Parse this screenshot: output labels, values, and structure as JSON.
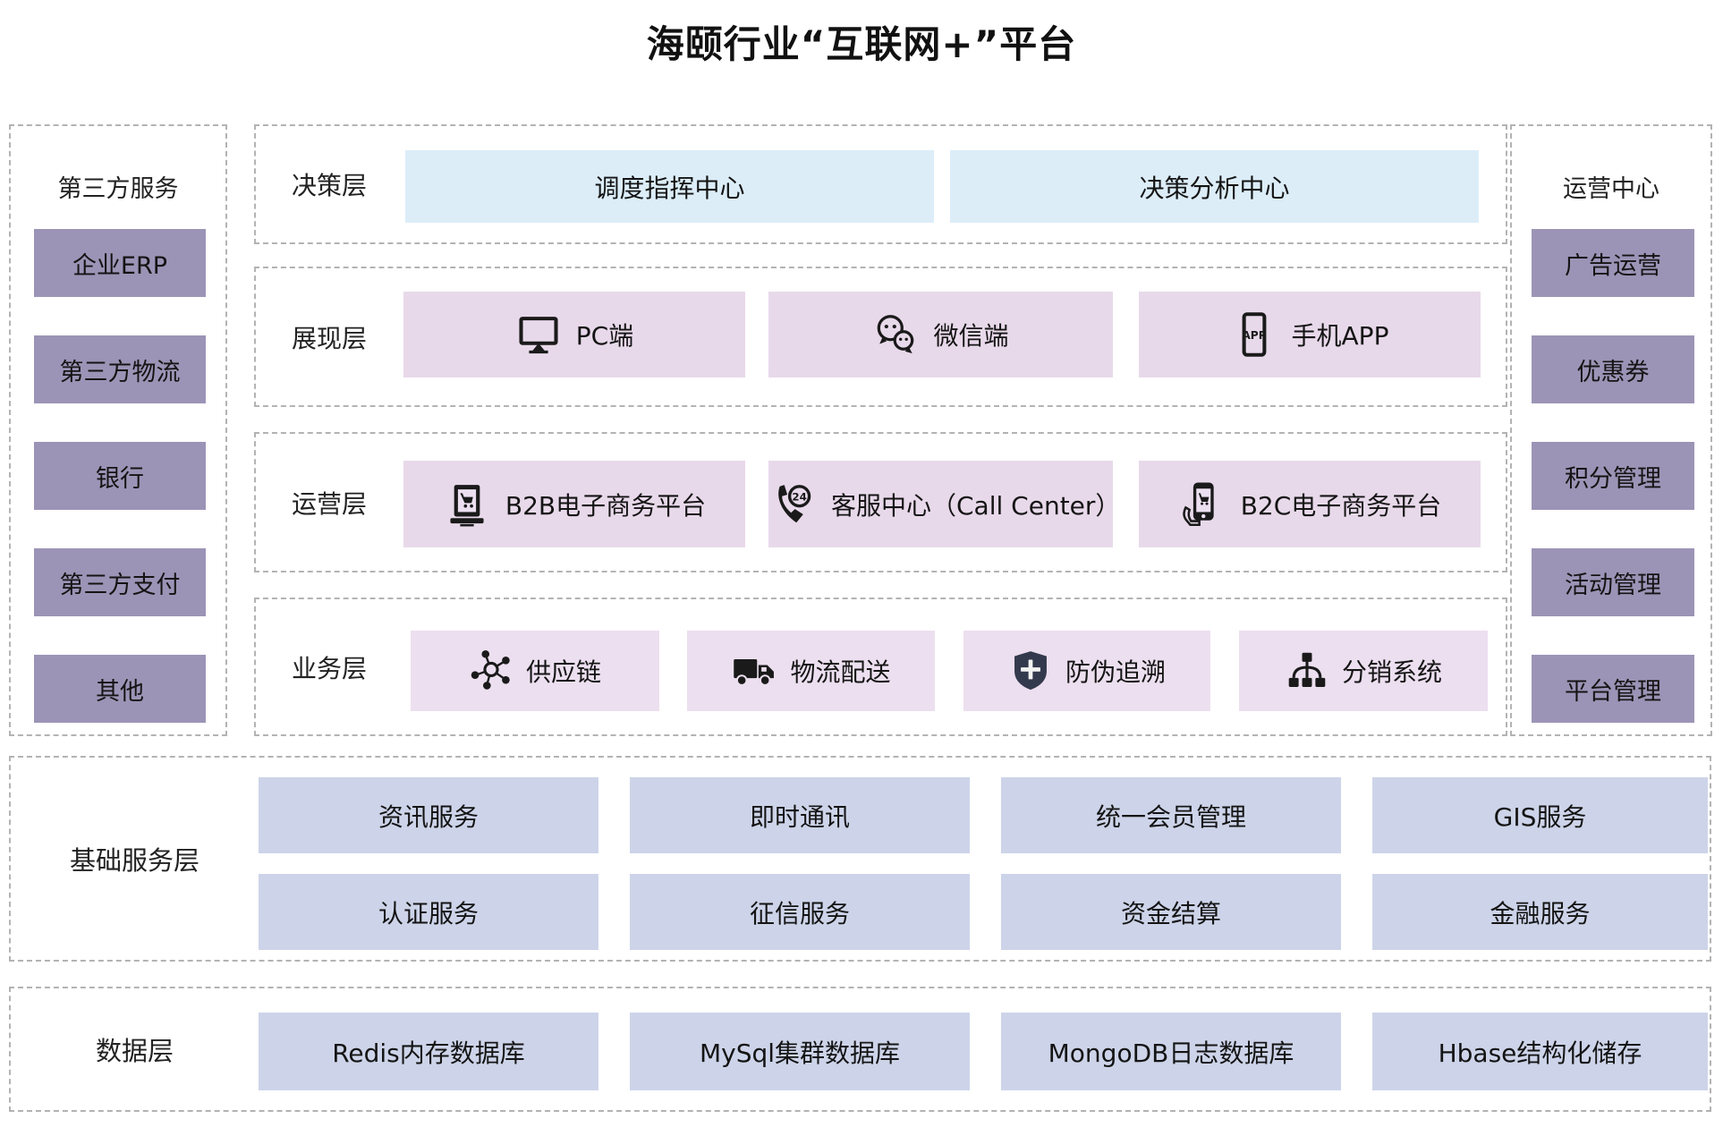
{
  "title": "海颐行业“互联网+”平台",
  "colors": {
    "side_box": "#9c94b6",
    "decision_box": "#dcedf8",
    "presentation_box": "#e8d9ea",
    "business_box": "#ecdfef",
    "service_box": "#cdd4e9",
    "dashed_border": "#b3b3b3",
    "shield_fill": "#343a4d"
  },
  "left_panel": {
    "title": "第三方服务",
    "items": [
      "企业ERP",
      "第三方物流",
      "银行",
      "第三方支付",
      "其他"
    ]
  },
  "right_panel": {
    "title": "运营中心",
    "items": [
      "广告运营",
      "优惠券",
      "积分管理",
      "活动管理",
      "平台管理"
    ]
  },
  "layers": {
    "decision": {
      "label": "决策层",
      "items": [
        "调度指挥中心",
        "决策分析中心"
      ]
    },
    "presentation": {
      "label": "展现层",
      "items": [
        {
          "icon": "monitor-icon",
          "label": "PC端"
        },
        {
          "icon": "wechat-icon",
          "label": "微信端"
        },
        {
          "icon": "phone-app-icon",
          "label": "手机APP"
        }
      ]
    },
    "operation": {
      "label": "运营层",
      "items": [
        {
          "icon": "laptop-cart-icon",
          "label": "B2B电子商务平台"
        },
        {
          "icon": "phone-24-icon",
          "label": "客服中心（Call Center）"
        },
        {
          "icon": "hand-phone-cart-icon",
          "label": "B2C电子商务平台"
        }
      ]
    },
    "business": {
      "label": "业务层",
      "items": [
        {
          "icon": "network-icon",
          "label": "供应链"
        },
        {
          "icon": "truck-icon",
          "label": "物流配送"
        },
        {
          "icon": "shield-plus-icon",
          "label": "防伪追溯"
        },
        {
          "icon": "sitemap-icon",
          "label": "分销系统"
        }
      ]
    }
  },
  "base_services": {
    "label": "基础服务层",
    "row1": [
      "资讯服务",
      "即时通讯",
      "统一会员管理",
      "GIS服务"
    ],
    "row2": [
      "认证服务",
      "征信服务",
      "资金结算",
      "金融服务"
    ]
  },
  "data_layer": {
    "label": "数据层",
    "items": [
      "Redis内存数据库",
      "MySql集群数据库",
      "MongoDB日志数据库",
      "Hbase结构化储存"
    ]
  }
}
